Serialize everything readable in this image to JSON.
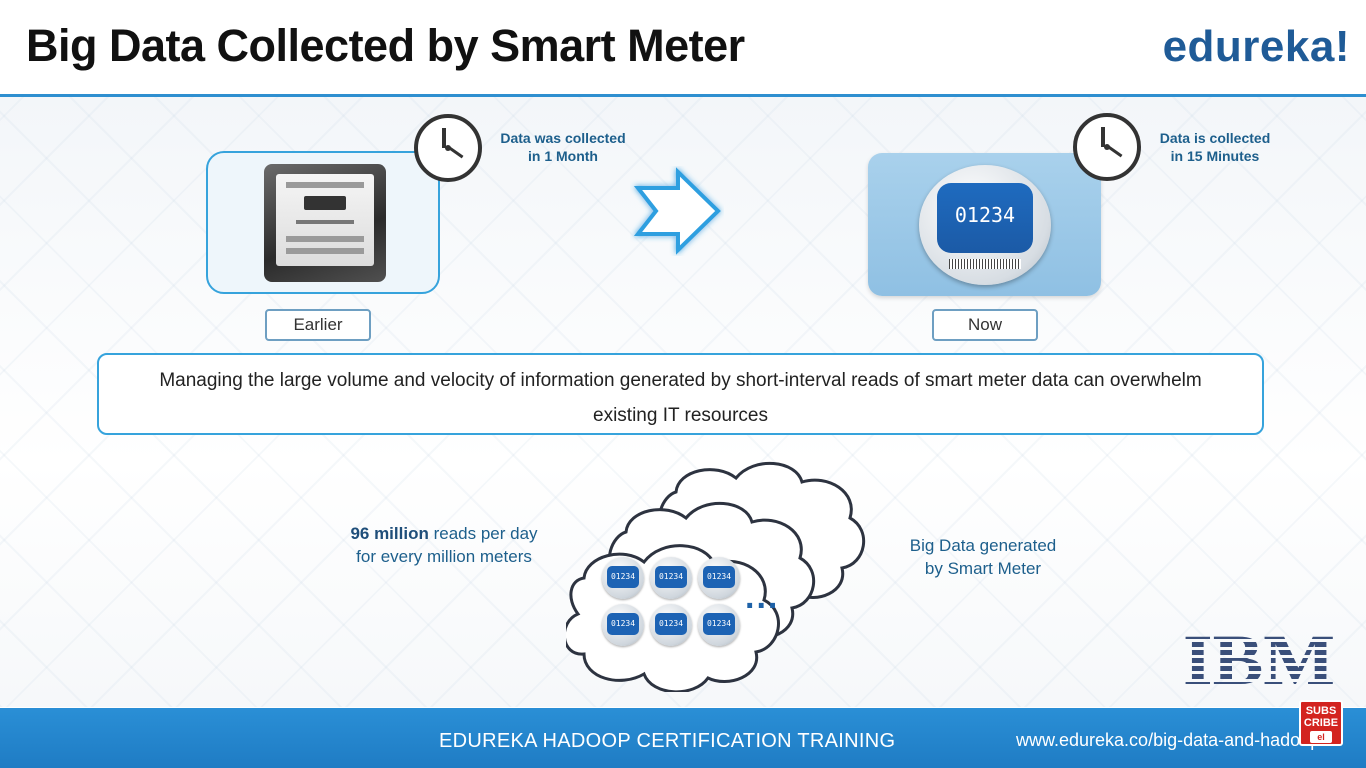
{
  "header": {
    "title": "Big Data Collected by Smart Meter",
    "logo": "edureka!"
  },
  "earlier": {
    "caption_line1": "Data was collected",
    "caption_line2": "in 1 Month",
    "tag": "Earlier",
    "icon": "analog-electric-meter"
  },
  "now": {
    "caption_line1": "Data is collected",
    "caption_line2": "in 15 Minutes",
    "tag": "Now",
    "meter_reading": "01234",
    "icon": "smart-meter"
  },
  "message": "Managing the large volume and velocity of information generated by short-interval reads of smart meter data can overwhelm existing IT resources",
  "reads": {
    "highlight": "96 million",
    "rest_line1": " reads per day",
    "line2": "for every million meters"
  },
  "cloud": {
    "meter_label": "01234",
    "ellipsis": "...",
    "caption_line1": "Big Data generated",
    "caption_line2": "by Smart Meter"
  },
  "brand_logo": "IBM",
  "footer": {
    "title": "EDUREKA HADOOP CERTIFICATION TRAINING",
    "url": "www.edureka.co/big-data-and-hadoop"
  },
  "subscribe": {
    "line1": "SUBS",
    "line2": "CRIBE",
    "badge": "el"
  },
  "colors": {
    "accent": "#2e8fd0",
    "logo": "#1f5b97",
    "caption": "#1d5f8c",
    "footer": "#2a8fd6"
  }
}
